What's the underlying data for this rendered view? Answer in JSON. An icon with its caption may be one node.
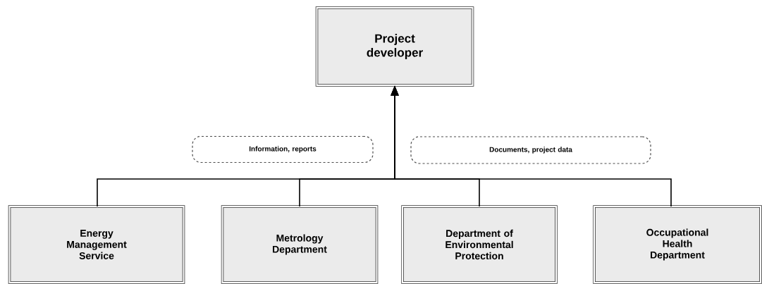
{
  "diagram": {
    "nodes": [
      {
        "text": [
          "Project developer"
        ]
      },
      {
        "text": [
          "Information, reports"
        ]
      },
      {
        "text": [
          "Documents, project data"
        ]
      },
      {
        "text": [
          "Energy Management Service"
        ]
      },
      {
        "text": [
          "Metrology Department"
        ]
      },
      {
        "text": [
          "Department of Environmental Protection"
        ]
      },
      {
        "text": [
          "Occupational Health Department"
        ]
      }
    ],
    "edges": [
      {
        "from": 3,
        "to": 0,
        "arrow": "to"
      },
      {
        "from": 4,
        "to": 0,
        "arrow": "to"
      },
      {
        "from": 5,
        "to": 0,
        "arrow": "to"
      },
      {
        "from": 6,
        "to": 0,
        "arrow": "to"
      }
    ]
  }
}
